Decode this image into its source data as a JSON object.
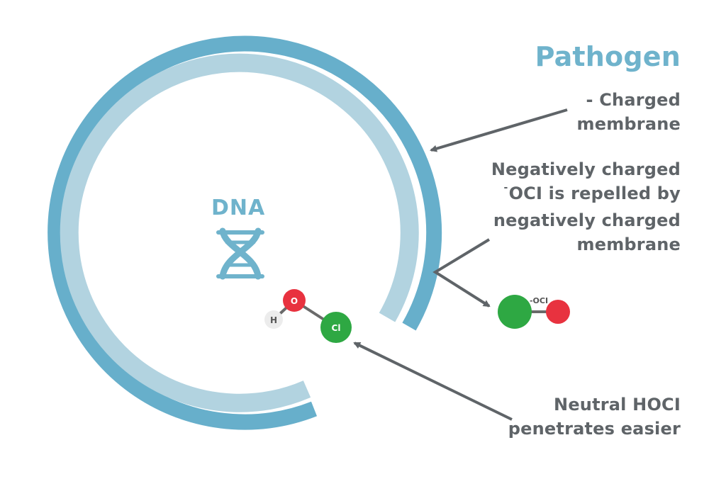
{
  "title": "Pathogen",
  "labels": {
    "membrane": [
      "- Charged",
      "membrane"
    ],
    "repelled": {
      "line1": "Negatively charged",
      "line2_sup": "-",
      "line2": "OCI is repelled by",
      "line3": "negatively charged",
      "line4": "membrane"
    },
    "neutral": [
      "Neutral HOCI",
      "penetrates easier"
    ]
  },
  "dna": {
    "label": "DNA"
  },
  "hocl": {
    "h": "H",
    "o": "O",
    "cl": "Cl"
  },
  "ocl": {
    "label": "-OCI"
  },
  "colors": {
    "outer_ring": "#67afcb",
    "inner_ring": "#b2d3e0",
    "accent": "#6fb3cc",
    "text": "#5f6468",
    "arrow": "#5f6468",
    "oxygen": "#e8323f",
    "chlorine": "#2ea843",
    "hydrogen": "#ececec"
  }
}
